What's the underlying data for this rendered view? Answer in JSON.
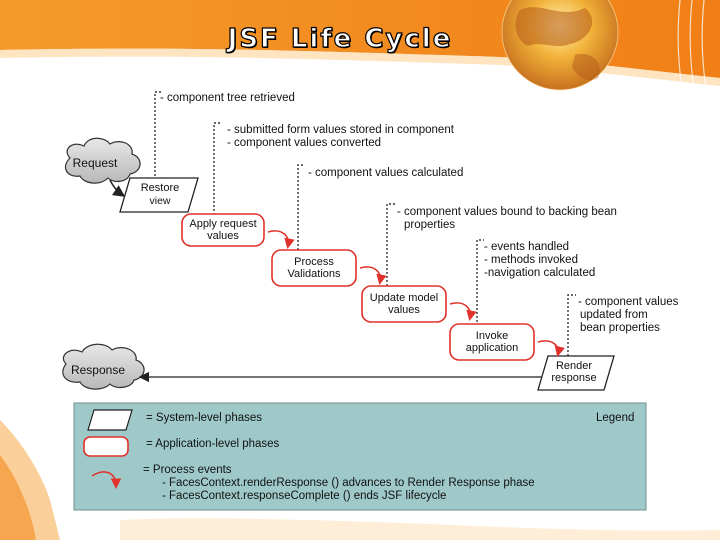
{
  "slide": {
    "title": "JSF Life Cycle"
  },
  "annotations": {
    "restore": "- component tree retrieved",
    "apply_1": "- submitted form values stored in component",
    "apply_2": "- component values converted",
    "process": "- component values calculated",
    "update_1": "- component values bound to backing bean",
    "update_2": "properties",
    "invoke_1": "- events handled",
    "invoke_2": "- methods invoked",
    "invoke_3": "-navigation calculated",
    "render_1": "- component values",
    "render_2": "updated from",
    "render_3": "bean properties"
  },
  "nodes": {
    "request": "Request",
    "response": "Response",
    "restore_1": "Restore",
    "restore_2": "view",
    "apply_1": "Apply request",
    "apply_2": "values",
    "process_1": "Process",
    "process_2": "Validations",
    "update_1": "Update model",
    "update_2": "values",
    "invoke_1": "Invoke",
    "invoke_2": "application",
    "render_1": "Render",
    "render_2": "response"
  },
  "legend": {
    "title": "Legend",
    "system": "= System-level phases",
    "application": "= Application-level phases",
    "events": "= Process events",
    "events_1": "- FacesContext.renderResponse () advances to Render Response phase",
    "events_2": "- FacesContext.responseComplete () ends JSF lifecycle"
  },
  "colors": {
    "accent_orange": "#f28a1e",
    "phase_border": "#e0322a",
    "legend_bg": "#9fc9c9",
    "cloud_fill": "#c8c8c8"
  }
}
